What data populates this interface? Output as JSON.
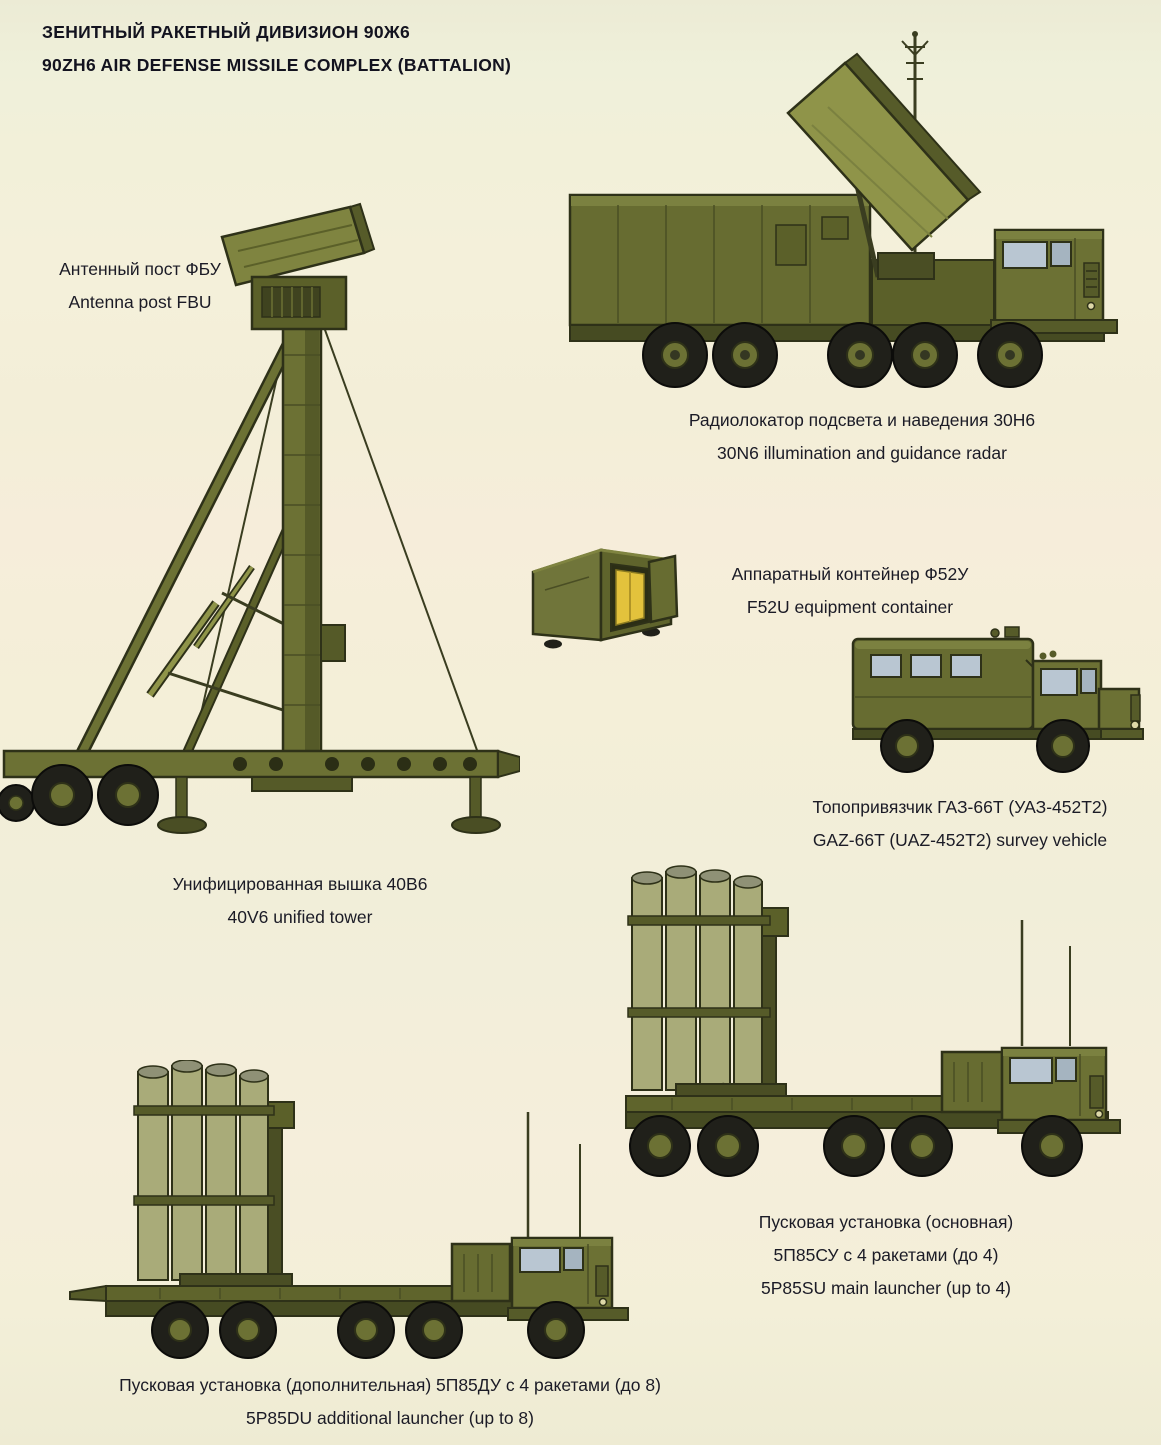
{
  "page": {
    "title_ru": "ЗЕНИТНЫЙ РАКЕТНЫЙ ДИВИЗИОН 90Ж6",
    "title_en": "90ZH6 AIR DEFENSE MISSILE COMPLEX (BATTALION)"
  },
  "figures": {
    "antenna_post": {
      "label_ru": "Антенный пост ФБУ",
      "label_en": "Antenna post FBU"
    },
    "radar_30n6": {
      "label_ru": "Радиолокатор подсвета и наведения 30Н6",
      "label_en": "30N6 illumination and guidance radar"
    },
    "container_f52u": {
      "label_ru": "Аппаратный контейнер Ф52У",
      "label_en": "F52U equipment container"
    },
    "survey_gaz66t": {
      "label_ru": "Топопривязчик ГАЗ-66Т (УАЗ-452Т2)",
      "label_en": "GAZ-66T (UAZ-452T2) survey vehicle"
    },
    "tower_40v6": {
      "label_ru": "Унифицированная вышка 40В6",
      "label_en": "40V6 unified tower"
    },
    "launcher_5p85su": {
      "label_ru_1": "Пусковая установка (основная)",
      "label_ru_2": "5П85СУ с 4 ракетами (до 4)",
      "label_en": "5P85SU main launcher (up to 4)"
    },
    "launcher_5p85du": {
      "label_ru": "Пусковая установка (дополнительная) 5П85ДУ с 4 ракетами (до 8)",
      "label_en": "5P85DU additional launcher (up to 8)"
    }
  },
  "colors": {
    "paper": "#f3efd8",
    "ink": "#1b1b26",
    "olive_dark": "#464b22",
    "olive": "#6c7134",
    "olive_light": "#8f9449",
    "khaki_tube": "#a9ab79",
    "tire_black": "#20201a",
    "window_blue": "#b9c6d2",
    "door_interior_yellow": "#e3c23c"
  }
}
